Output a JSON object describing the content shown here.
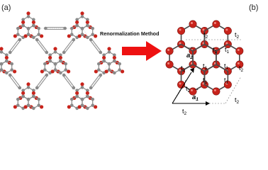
{
  "panel_a": {
    "label": "(a)"
  },
  "panel_b": {
    "label": "(b)"
  },
  "arrow": {
    "label": "Renormalization Method",
    "color": "#ee1111"
  },
  "lattice_vectors": {
    "a1": "a",
    "a1_sub": "1",
    "a2": "a",
    "a2_sub": "2",
    "arrow_glyph": "→"
  },
  "hoppings": {
    "t1": "t",
    "t1_sub": "1",
    "t2": "t",
    "t2_sub": "2"
  },
  "colors": {
    "oxygen": "#c8231b",
    "carbon": "#8a8a8a",
    "bond": "#888888",
    "superlattice": "#4a4a4a",
    "arrow": "#ee1111"
  }
}
